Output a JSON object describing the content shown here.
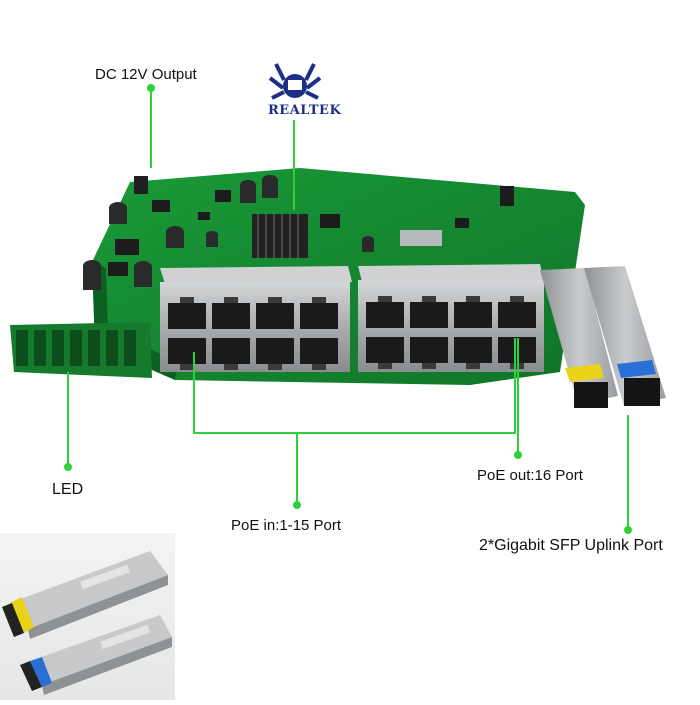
{
  "labels": {
    "dc_output": "DC 12V Output",
    "realtek": "REALTEK",
    "led": "LED",
    "poe_in": "PoE in:1-15 Port",
    "poe_out": "PoE out:16 Port",
    "sfp_uplink": "2*Gigabit SFP Uplink Port"
  },
  "colors": {
    "pcb": "#13882f",
    "pcb_dark": "#0d6a24",
    "callout": "#2fd13a",
    "rj45_shell": "#a9acae",
    "port_hole": "#1a1a1a",
    "realtek_blue": "#1c2e86",
    "sfp_yellow": "#e8d21a",
    "sfp_blue": "#2a6fd6"
  },
  "icons": {
    "realtek_logo": "crab-logo-icon"
  },
  "ports": {
    "rj45_count": 16,
    "sfp_count": 2
  }
}
